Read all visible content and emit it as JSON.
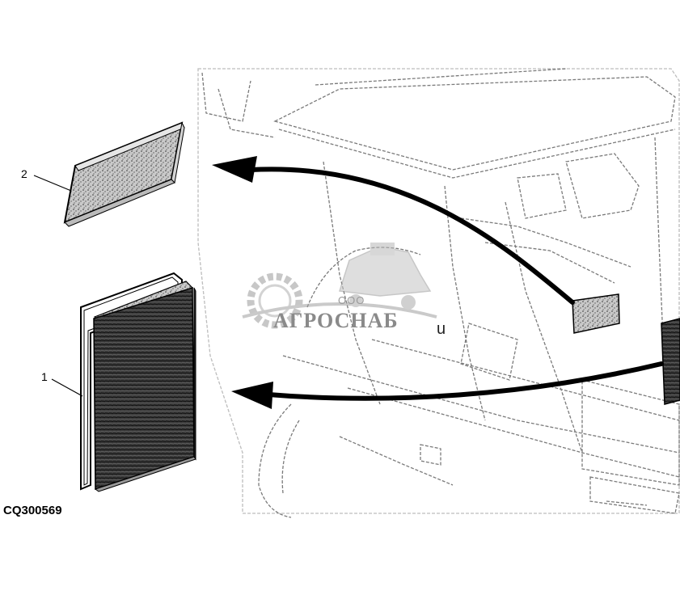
{
  "callouts": {
    "item_1": "1",
    "item_2": "2"
  },
  "figure_code": "CQ300569",
  "watermark": {
    "company_type": "ООО",
    "brand": "АГРОСНАБ",
    "suffix": "u"
  },
  "colors": {
    "line": "#000000",
    "sketch": "#7a7a7a",
    "watermark": "#9a9a9a",
    "background": "#ffffff"
  }
}
